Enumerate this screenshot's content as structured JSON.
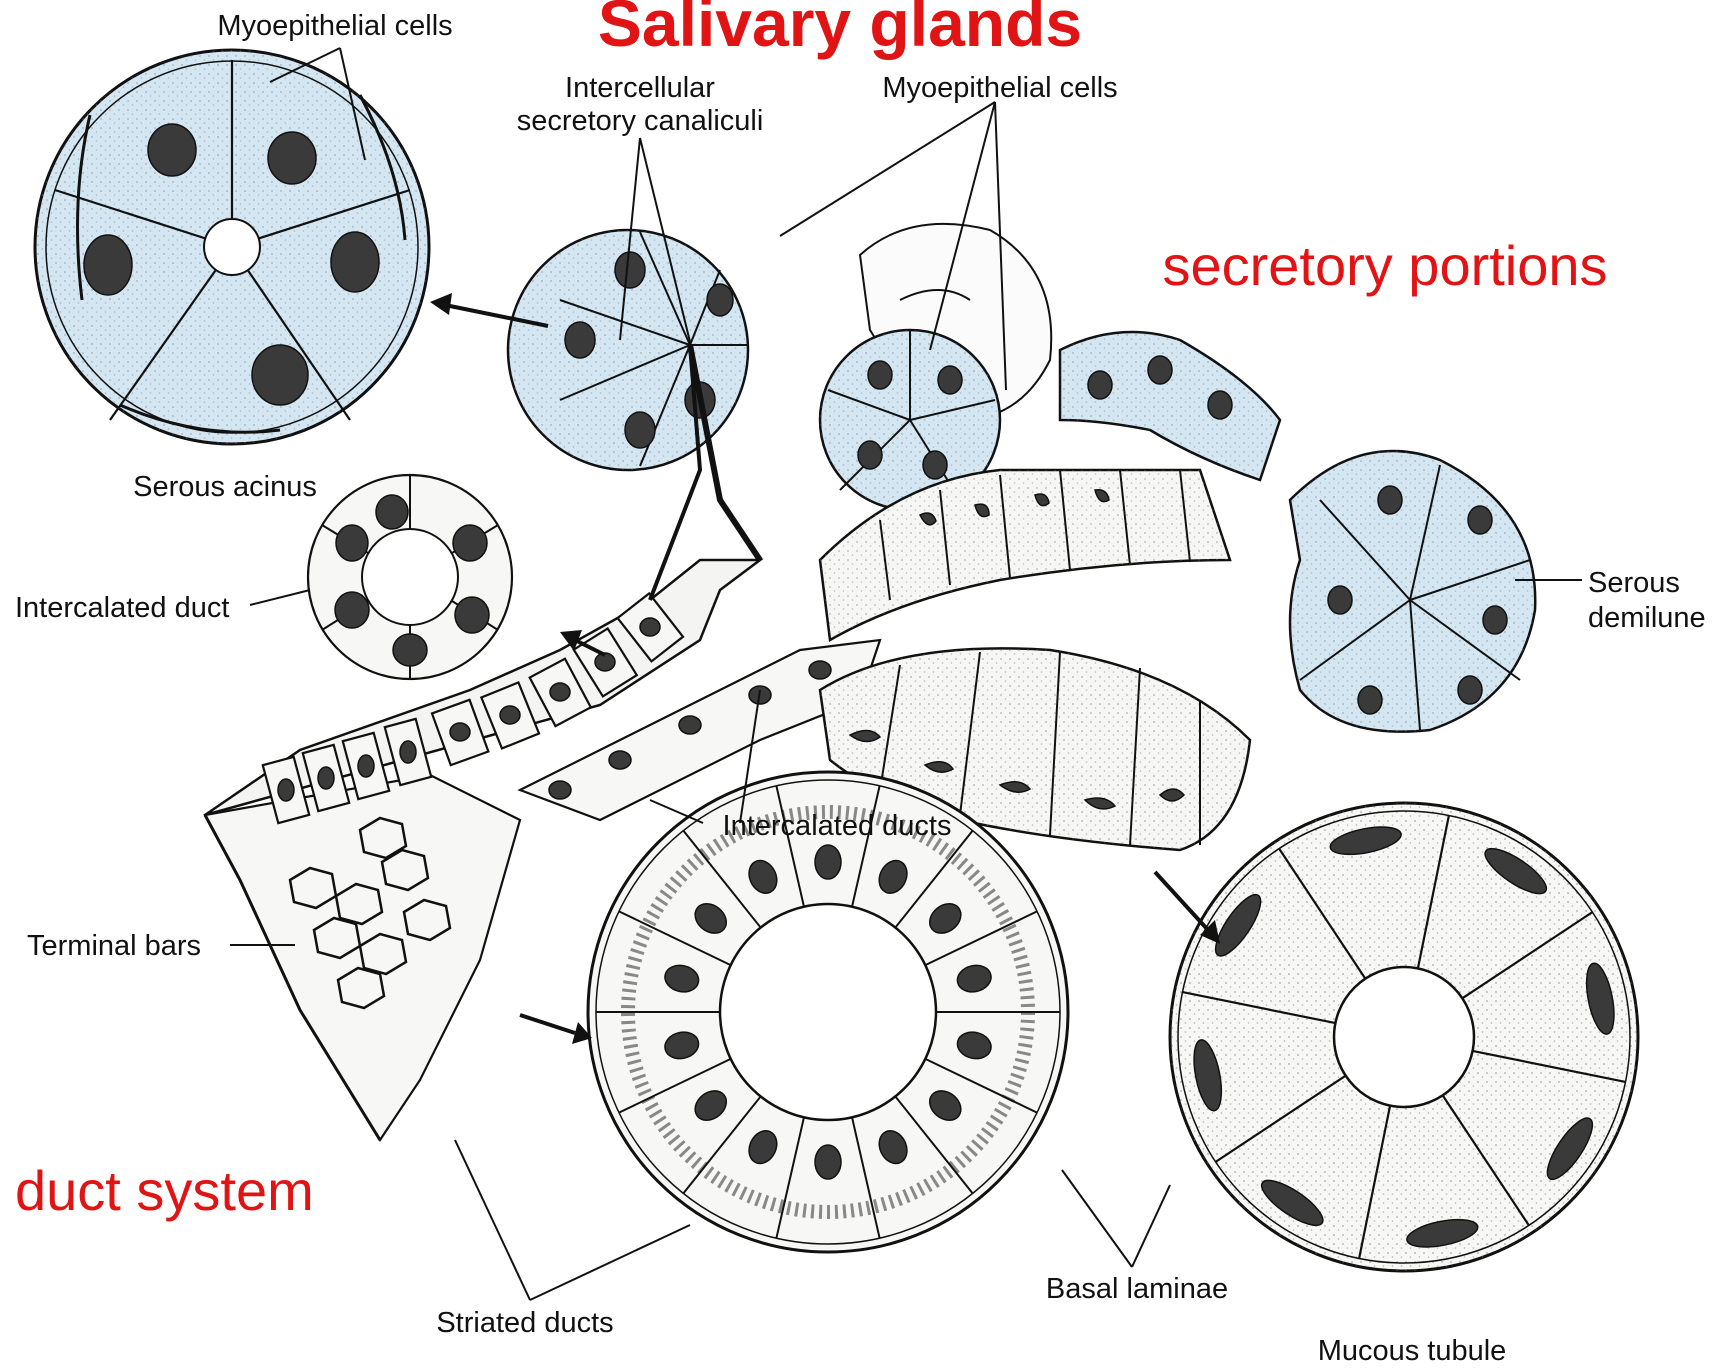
{
  "title": "Salivary glands",
  "section_labels": {
    "secretory": "secretory portions",
    "duct": "duct system"
  },
  "labels": {
    "myoepithelial_top_left": "Myoepithelial cells",
    "intercellular_line1": "Intercellular",
    "intercellular_line2": "secretory canaliculi",
    "myoepithelial_center": "Myoepithelial cells",
    "serous_acinus": "Serous acinus",
    "intercalated_duct": "Intercalated duct",
    "serous_demilune_line1": "Serous",
    "serous_demilune_line2": "demilune",
    "intercalated_ducts": "Intercalated ducts",
    "terminal_bars": "Terminal bars",
    "striated_ducts": "Striated ducts",
    "basal_laminae": "Basal laminae",
    "mucous_tubule": "Mucous tubule"
  },
  "colors": {
    "title": "#e01414",
    "serous_cell": "#d3e6f2",
    "ink": "#111111"
  }
}
